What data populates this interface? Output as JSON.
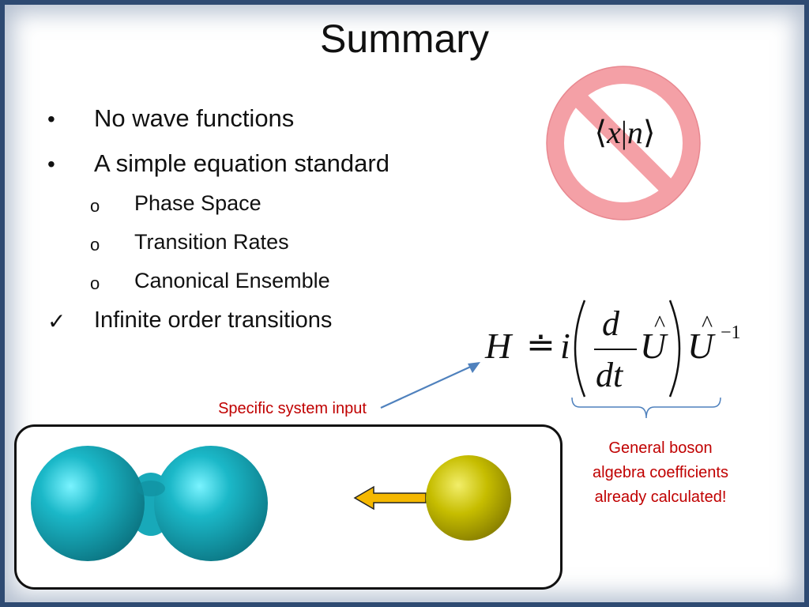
{
  "slide": {
    "title": "Summary",
    "bullets": [
      {
        "marker": "•",
        "text": "No wave functions"
      },
      {
        "marker": "•",
        "text": "A simple equation standard"
      }
    ],
    "subbullets": [
      {
        "marker": "o",
        "text": "Phase Space"
      },
      {
        "marker": "o",
        "text": "Transition Rates"
      },
      {
        "marker": "o",
        "text": "Canonical Ensemble"
      }
    ],
    "check_item": {
      "marker": "✓",
      "text": "Infinite order transitions"
    },
    "no_symbol": {
      "bra": "⟨",
      "x": "x",
      "bar": "|",
      "n": "n",
      "ket": "⟩",
      "color": "#f4a0a6"
    },
    "equation": {
      "H": "H",
      "relation": "≐",
      "i": "i",
      "numerator": "d",
      "denominator": "dt",
      "U": "U",
      "hat": "^",
      "exponent": "−1"
    },
    "arrow_label": "Specific system input",
    "brace_note": [
      "General boson",
      "algebra coefficients",
      "already calculated!"
    ],
    "colors": {
      "accent_red": "#c00000",
      "arrow_blue": "#4f81bd",
      "molecule_teal": "#1bb3c3",
      "atom_yellow": "#c8c000",
      "small_arrow": "#f5b800"
    }
  }
}
